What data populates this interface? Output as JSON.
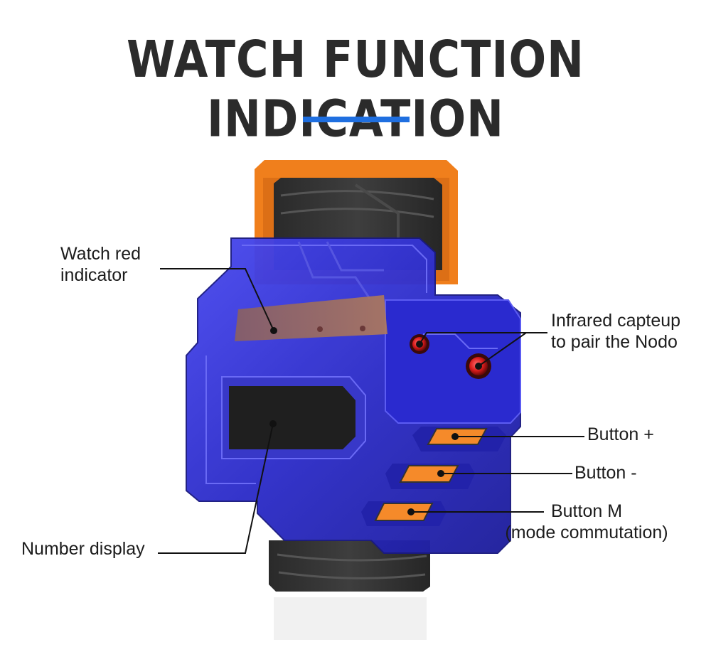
{
  "title": "WATCH FUNCTION INDICATION",
  "accent_color": "#1f6fe0",
  "device": {
    "body_color": "#2f2fd0",
    "strap_color": "#333333",
    "frame_color": "#f07f1c",
    "button_color": "#f58a2a",
    "ir_color": "#e81c1c"
  },
  "callouts": {
    "red_indicator": {
      "line1": "Watch red",
      "line2": "indicator"
    },
    "infrared": {
      "line1": "Infrared capteup",
      "line2": "to pair the Nodo"
    },
    "button_plus": "Button +",
    "button_minus": "Button -",
    "button_m": {
      "line1": "Button M",
      "line2": "(mode commutation)"
    },
    "number_display": "Number display"
  }
}
